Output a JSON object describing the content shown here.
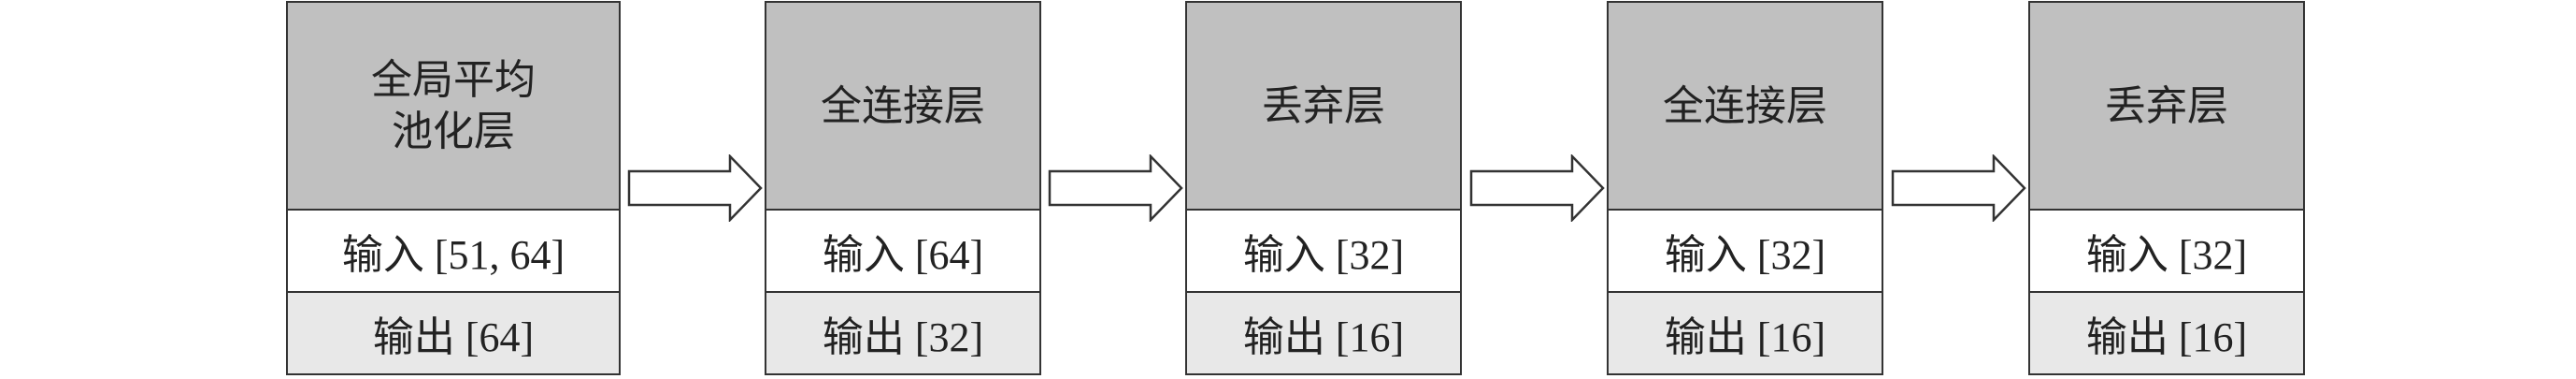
{
  "layers": [
    {
      "title": "全局平均\n池化层",
      "input": "输入 [51, 64]",
      "output": "输出  [64]"
    },
    {
      "title": "全连接层",
      "input": "输入 [64]",
      "output": "输出 [32]"
    },
    {
      "title": "丢弃层",
      "input": "输入 [32]",
      "output": "输出 [16]"
    },
    {
      "title": "全连接层",
      "input": "输入 [32]",
      "output": "输出 [16]"
    },
    {
      "title": "丢弃层",
      "input": "输入 [32]",
      "output": "输出 [16]"
    }
  ]
}
